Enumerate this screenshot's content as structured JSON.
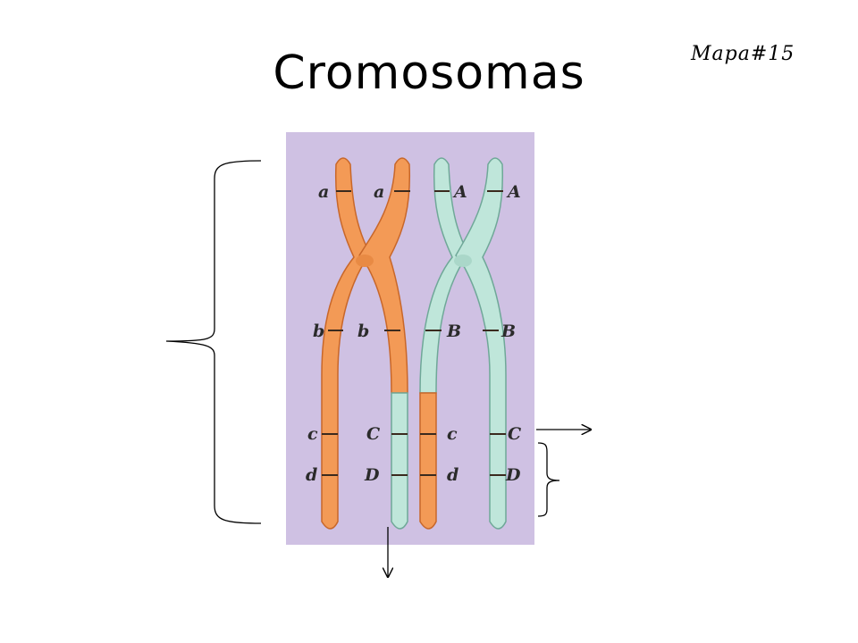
{
  "title": "Cromosomas",
  "map_label": "Mapa#15",
  "colors": {
    "panel": "#cfc1e3",
    "orange": "#f39a56",
    "orange_dark": "#c8672a",
    "teal": "#bfe6da",
    "teal_dark": "#6fa898",
    "band": "#3a2a1e"
  },
  "genes": {
    "left_pair": {
      "a1": "a",
      "a2": "a",
      "b1": "b",
      "b2": "b",
      "c1": "c",
      "c2": "C",
      "d1": "d",
      "d2": "D"
    },
    "right_pair": {
      "a1": "A",
      "a2": "A",
      "b1": "B",
      "b2": "B",
      "c1": "c",
      "c2": "C",
      "d1": "d",
      "d2": "D"
    }
  }
}
